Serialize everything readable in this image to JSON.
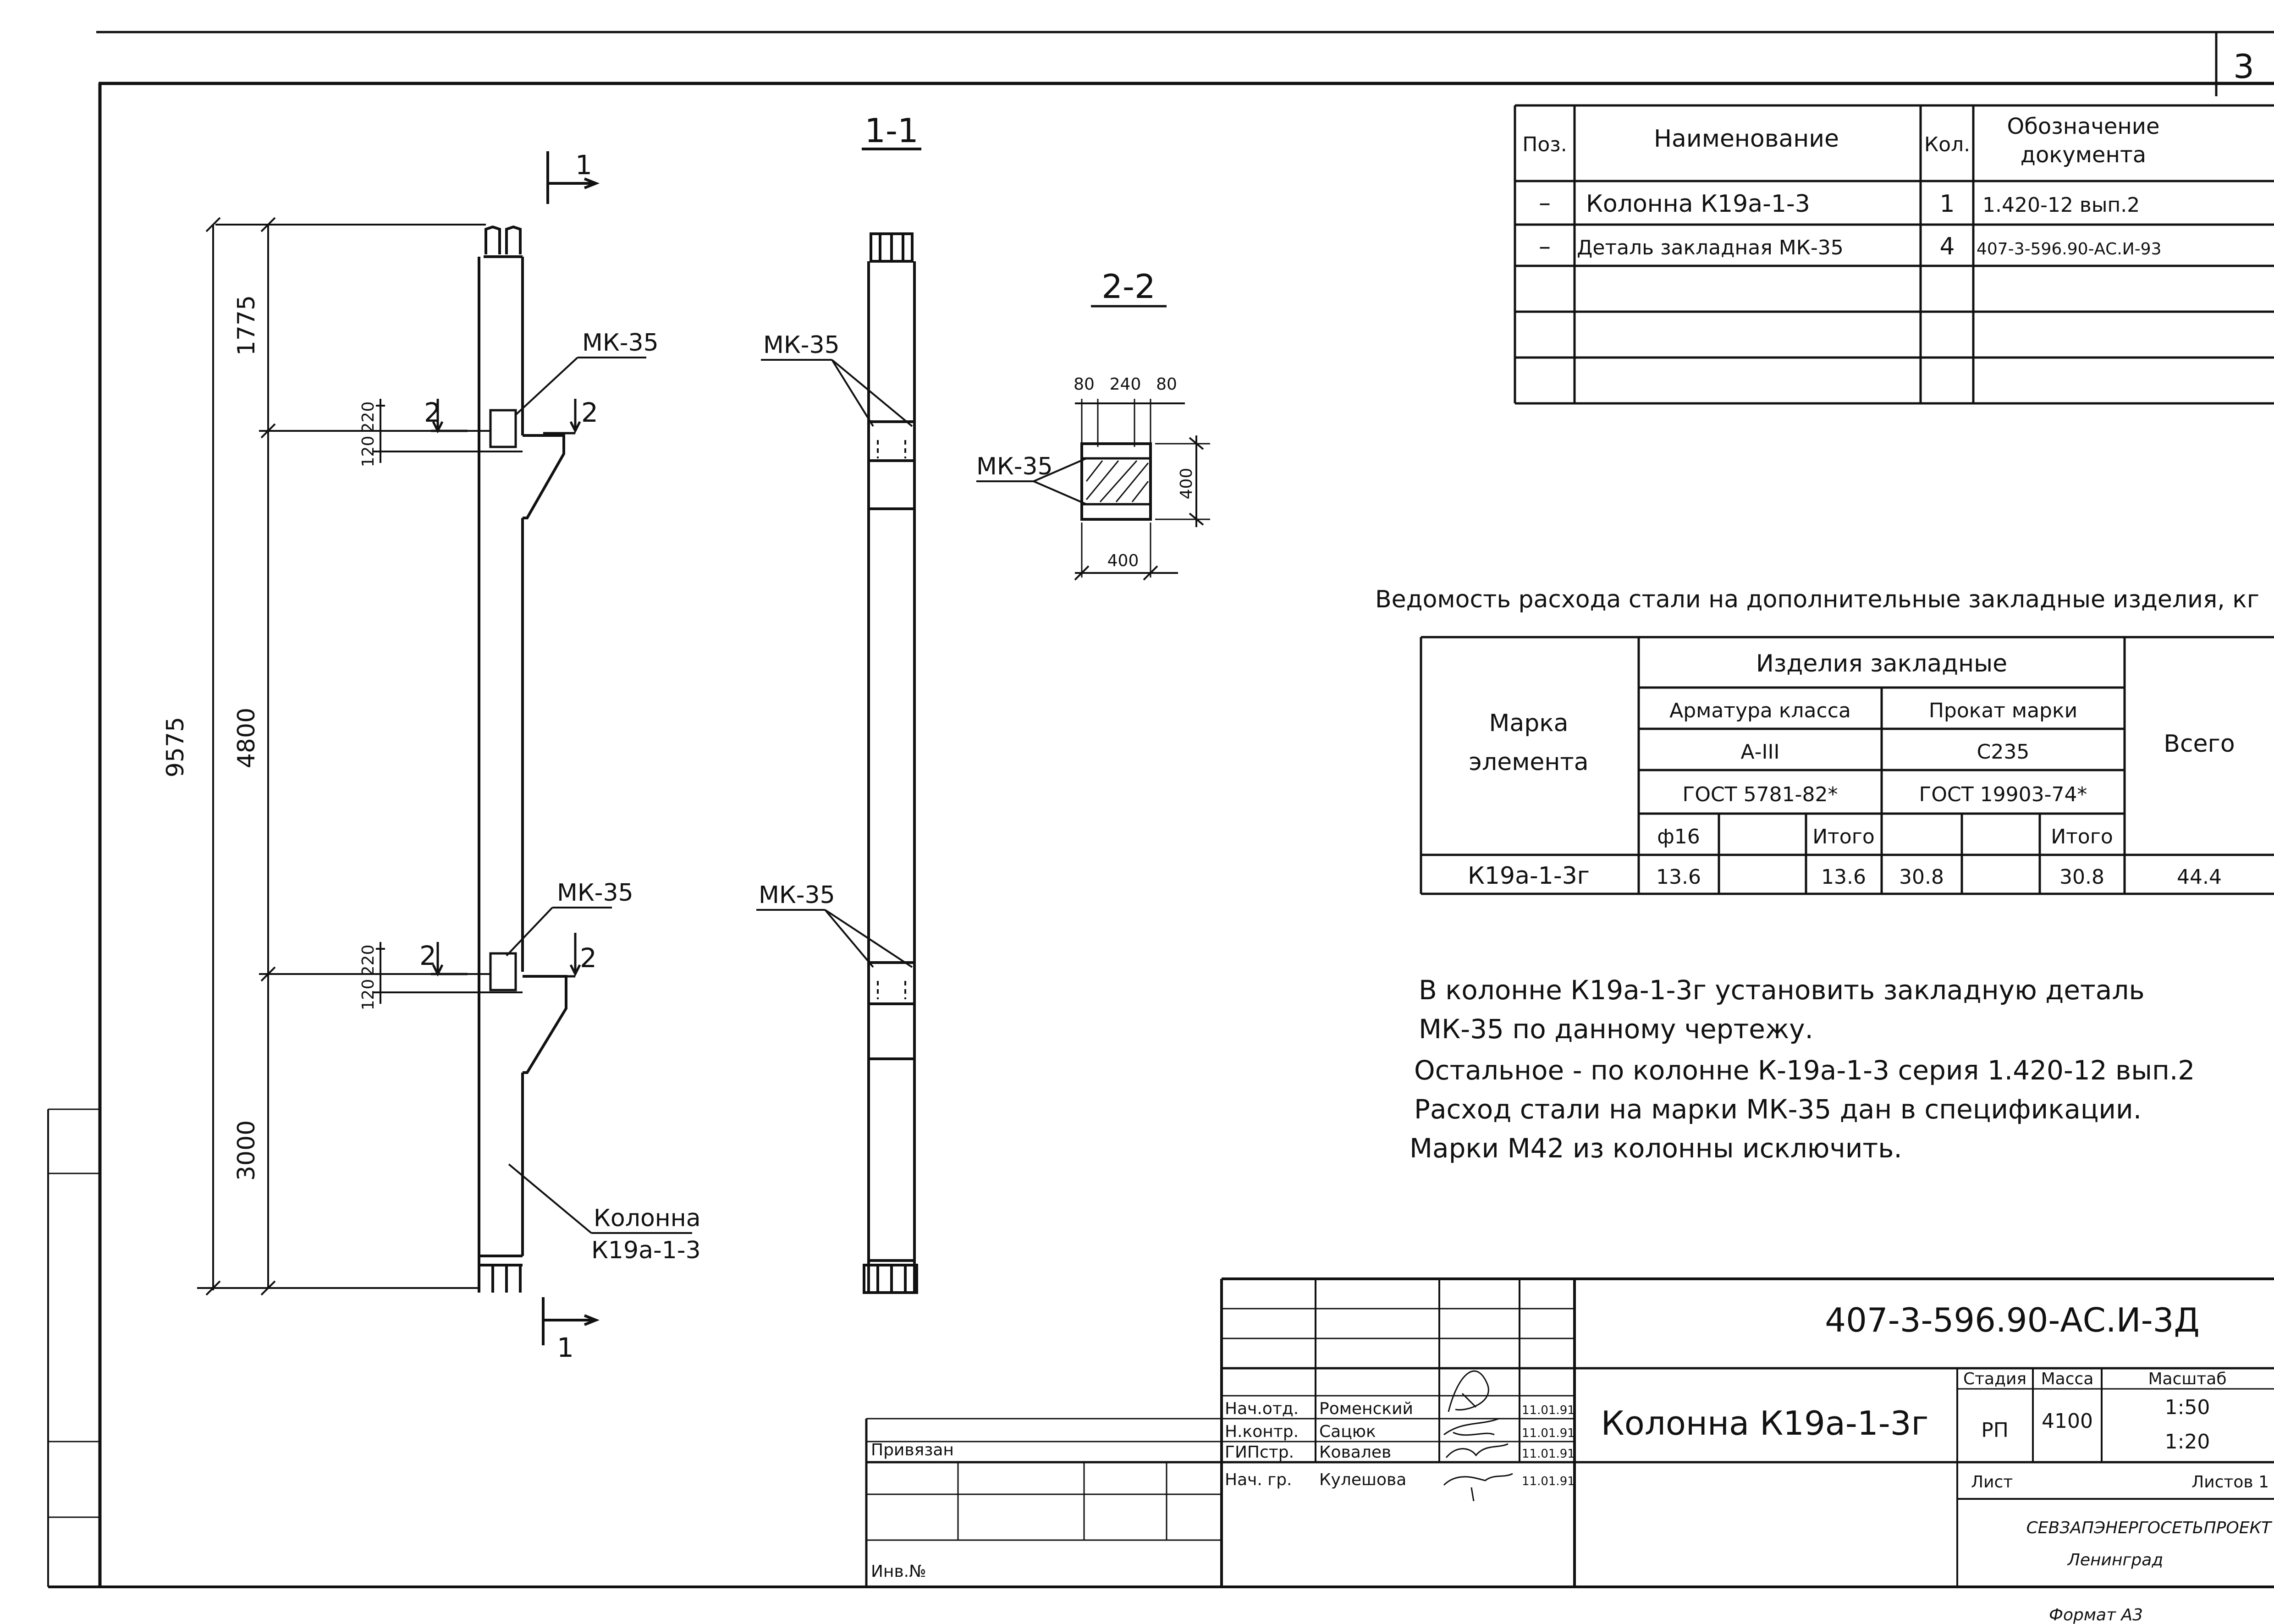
{
  "sheet": {
    "page_number": "3",
    "format_label": "Формат А3"
  },
  "drawing": {
    "elevation": {
      "dim_top": "1775",
      "dim_mid": "4800",
      "dim_total": "9575",
      "dim_bottom": "3000",
      "dim_220_upper": "220",
      "dim_120_upper": "120",
      "dim_220_lower": "220",
      "dim_120_lower": "120",
      "mk_upper": "МК-35",
      "mk_lower": "МК-35",
      "section_mark_top": "1",
      "section_mark_bottom": "1",
      "cut2_left_upper": "2",
      "cut2_right_upper": "2",
      "cut2_left_lower": "2",
      "cut2_right_lower": "2",
      "column_label_1": "Колонна",
      "column_label_2": "К19а-1-3"
    },
    "section_1_1": {
      "title": "1-1",
      "mk_upper": "МК-35",
      "mk_lower": "МК-35"
    },
    "section_2_2": {
      "title": "2-2",
      "dim_a": "80",
      "dim_b": "240",
      "dim_c": "80",
      "dim_height": "400",
      "dim_width": "400",
      "mk": "МК-35"
    }
  },
  "spec_table": {
    "headers": [
      "Поз.",
      "Наименование",
      "Кол.",
      "Обозначение документа"
    ],
    "rows": [
      [
        "–",
        "Колонна  К19а-1-3",
        "1",
        "1.420-12 вып.2"
      ],
      [
        "–",
        "Деталь закладная  МК-35",
        "4",
        "407-3-596.90-АС.И-93"
      ],
      [
        "",
        "",
        "",
        ""
      ],
      [
        "",
        "",
        "",
        ""
      ],
      [
        "",
        "",
        "",
        ""
      ]
    ]
  },
  "steel_table": {
    "title": "Ведомость расхода стали на дополнительные закладные изделия, кг",
    "h_mark_1": "Марка",
    "h_mark_2": "элемента",
    "h_items": "Изделия  закладные",
    "h_rebar": "Арматура класса",
    "h_rolled": "Прокат марки",
    "h_rebar_class": "А-III",
    "h_rolled_grade": "С235",
    "h_rebar_gost": "ГОСТ 5781-82*",
    "h_rolled_gost": "ГОСТ 19903-74*",
    "h_total": "Всего",
    "sub": [
      "ф16",
      "",
      "Итого",
      "",
      "",
      "Итого"
    ],
    "row": [
      "К19а-1-3г",
      "13.6",
      "",
      "13.6",
      "30.8",
      "",
      "30.8",
      "44.4"
    ]
  },
  "notes": [
    "В колонне К19а-1-3г установить закладную деталь",
    "МК-35  по данному чертежу.",
    "Остальное - по колонне К-19а-1-3 серия 1.420-12 вып.2",
    "Расход  стали  на  марки  МК-35 дан в спецификации.",
    "Марки  М42 из колонны исключить."
  ],
  "title_block": {
    "code": "407-3-596.90-АС.И-3Д",
    "name": "Колонна К19а-1-3г",
    "stage_h": "Стадия",
    "mass_h": "Масса",
    "scale_h": "Масштаб",
    "stage": "РП",
    "mass": "4100",
    "scale_1": "1:50",
    "scale_2": "1:20",
    "sheet_label": "Лист",
    "sheets_label": "Листов 1",
    "org_1": "СЕВЗАПЭНЕРГОСЕТЬПРОЕКТ",
    "org_2": "Ленинград",
    "linked": "Привязан",
    "inv": "Инв.№",
    "staff": [
      {
        "role": "Нач.отд.",
        "name": "Роменский",
        "date": "11.01.91"
      },
      {
        "role": "Н.контр.",
        "name": "Сацюк",
        "date": "11.01.91"
      },
      {
        "role": "ГИПстр.",
        "name": "Ковалев",
        "date": "11.01.91"
      },
      {
        "role": "Нач. гр.",
        "name": "Кулешова",
        "date": "11.01.91"
      }
    ]
  }
}
